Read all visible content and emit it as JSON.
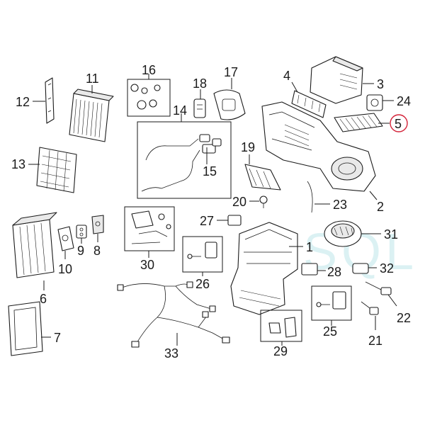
{
  "diagram": {
    "watermark": "SQL",
    "highlight_color": "#d4243a",
    "callouts": {
      "c1": "1",
      "c2": "2",
      "c3": "3",
      "c4": "4",
      "c5": "5",
      "c6": "6",
      "c7": "7",
      "c8": "8",
      "c9": "9",
      "c10": "10",
      "c11": "11",
      "c12": "12",
      "c13": "13",
      "c14": "14",
      "c15": "15",
      "c16": "16",
      "c17": "17",
      "c18": "18",
      "c19": "19",
      "c20": "20",
      "c21": "21",
      "c22": "22",
      "c23": "23",
      "c24": "24",
      "c25": "25",
      "c26": "26",
      "c27": "27",
      "c28": "28",
      "c29": "29",
      "c30": "30",
      "c31": "31",
      "c32": "32",
      "c33": "33"
    }
  }
}
